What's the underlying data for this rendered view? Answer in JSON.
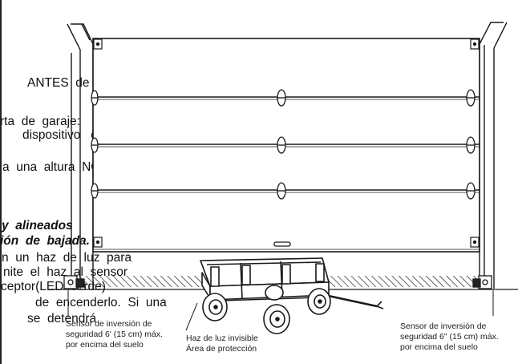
{
  "background_text": [
    "ANTES  de  instalar",
    "rta  de  garaje:",
    "dispositivo   de",
    "a  una  altura  NO",
    "y  alineados",
    "ión  de  bajada.",
    "n  un  haz  de  luz  para",
    "nite  el  haz  al  sensor",
    "ceptor(LED  verde)",
    "de  encenderlo.  Si  una",
    "se  detendrá"
  ],
  "captions": {
    "left_sensor": [
      "Sensor de inversión de",
      "seguridad 6' (15 cm) máx.",
      "por encima del suelo"
    ],
    "beam": [
      "Haz de luz invisible",
      "Área de protección"
    ],
    "right_sensor": [
      "Sensor de inversión de",
      "seguridad 6\" (15 cm) máx.",
      "por encima del suelo"
    ]
  },
  "colors": {
    "line": "#1a1a1a",
    "fill": "#ffffff",
    "text": "#111111"
  }
}
